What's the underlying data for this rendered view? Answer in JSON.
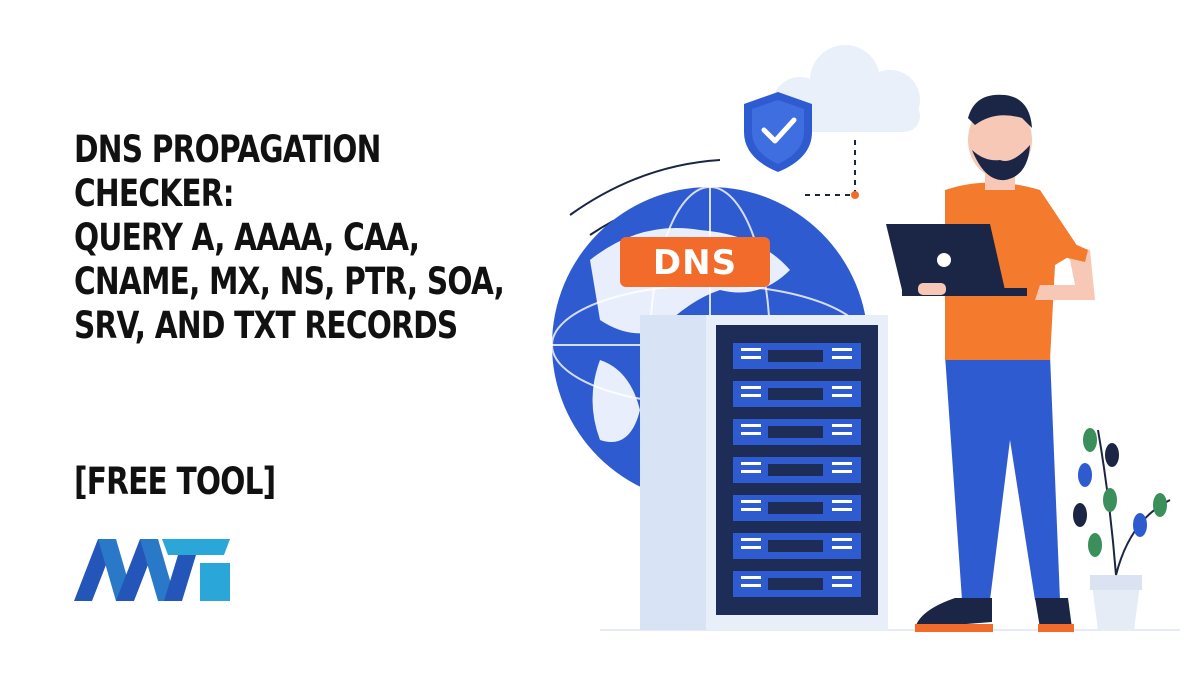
{
  "headline": {
    "lines": [
      "DNS PROPAGATION",
      "CHECKER:",
      "QUERY A, AAAA, CAA,",
      "CNAME, MX, NS, PTR, SOA,",
      "SRV, AND TXT RECORDS"
    ]
  },
  "tag": "[FREE TOOL]",
  "illustration": {
    "dns_badge": "DNS",
    "icons": [
      "shield-check-icon",
      "cloud-icon",
      "globe-icon",
      "server-rack-icon",
      "laptop-icon",
      "plant-icon"
    ]
  },
  "brand": {
    "logo": "mtc-logo",
    "colors": {
      "blue": "#2455b8",
      "cyan": "#2aa7d8"
    }
  },
  "colors": {
    "accent_orange": "#f26b2a",
    "globe_blue": "#2f5bd1",
    "server_navy": "#1d2d57"
  }
}
